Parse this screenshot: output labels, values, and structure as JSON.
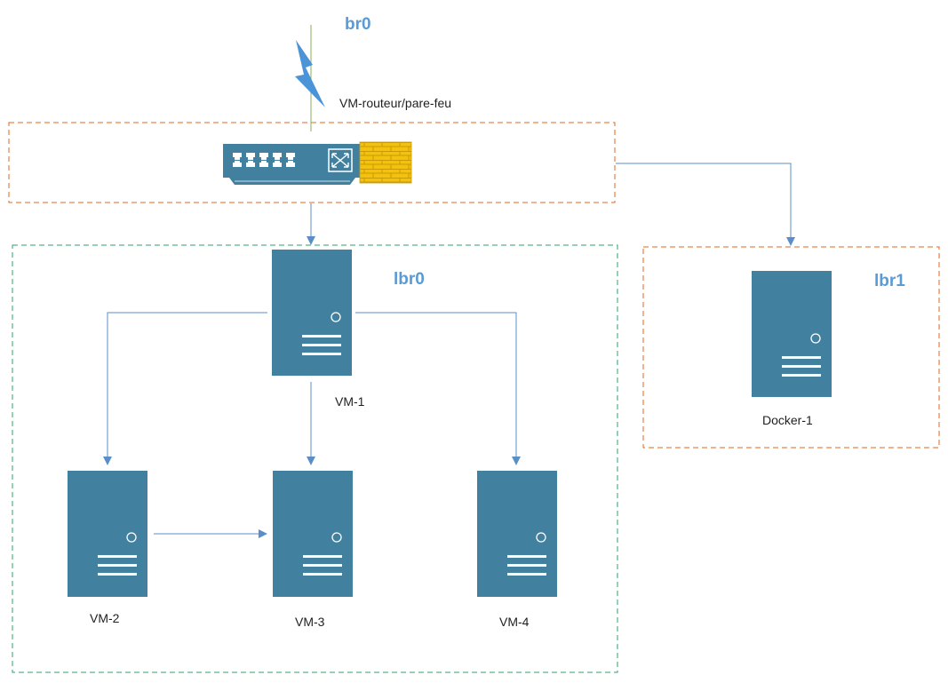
{
  "colors": {
    "server": "#41809f",
    "connector": "#5b8ec9",
    "bridge_label": "#5b9bd5",
    "zone_red": "#e2651f",
    "zone_green": "#2ea36e",
    "firewall": "#f2c20f",
    "wan_line": "#8aae5a",
    "lightning": "#4b94d8"
  },
  "labels": {
    "br0": "br0",
    "router": "VM-routeur/pare-feu",
    "lbr0": "lbr0",
    "lbr1": "lbr1",
    "vm1": "VM-1",
    "vm2": "VM-2",
    "vm3": "VM-3",
    "vm4": "VM-4",
    "docker1": "Docker-1"
  },
  "icons": {
    "wan": "lightning-bolt-icon",
    "router": "network-switch-icon",
    "firewall": "firewall-brick-icon",
    "server": "server-tower-icon"
  }
}
